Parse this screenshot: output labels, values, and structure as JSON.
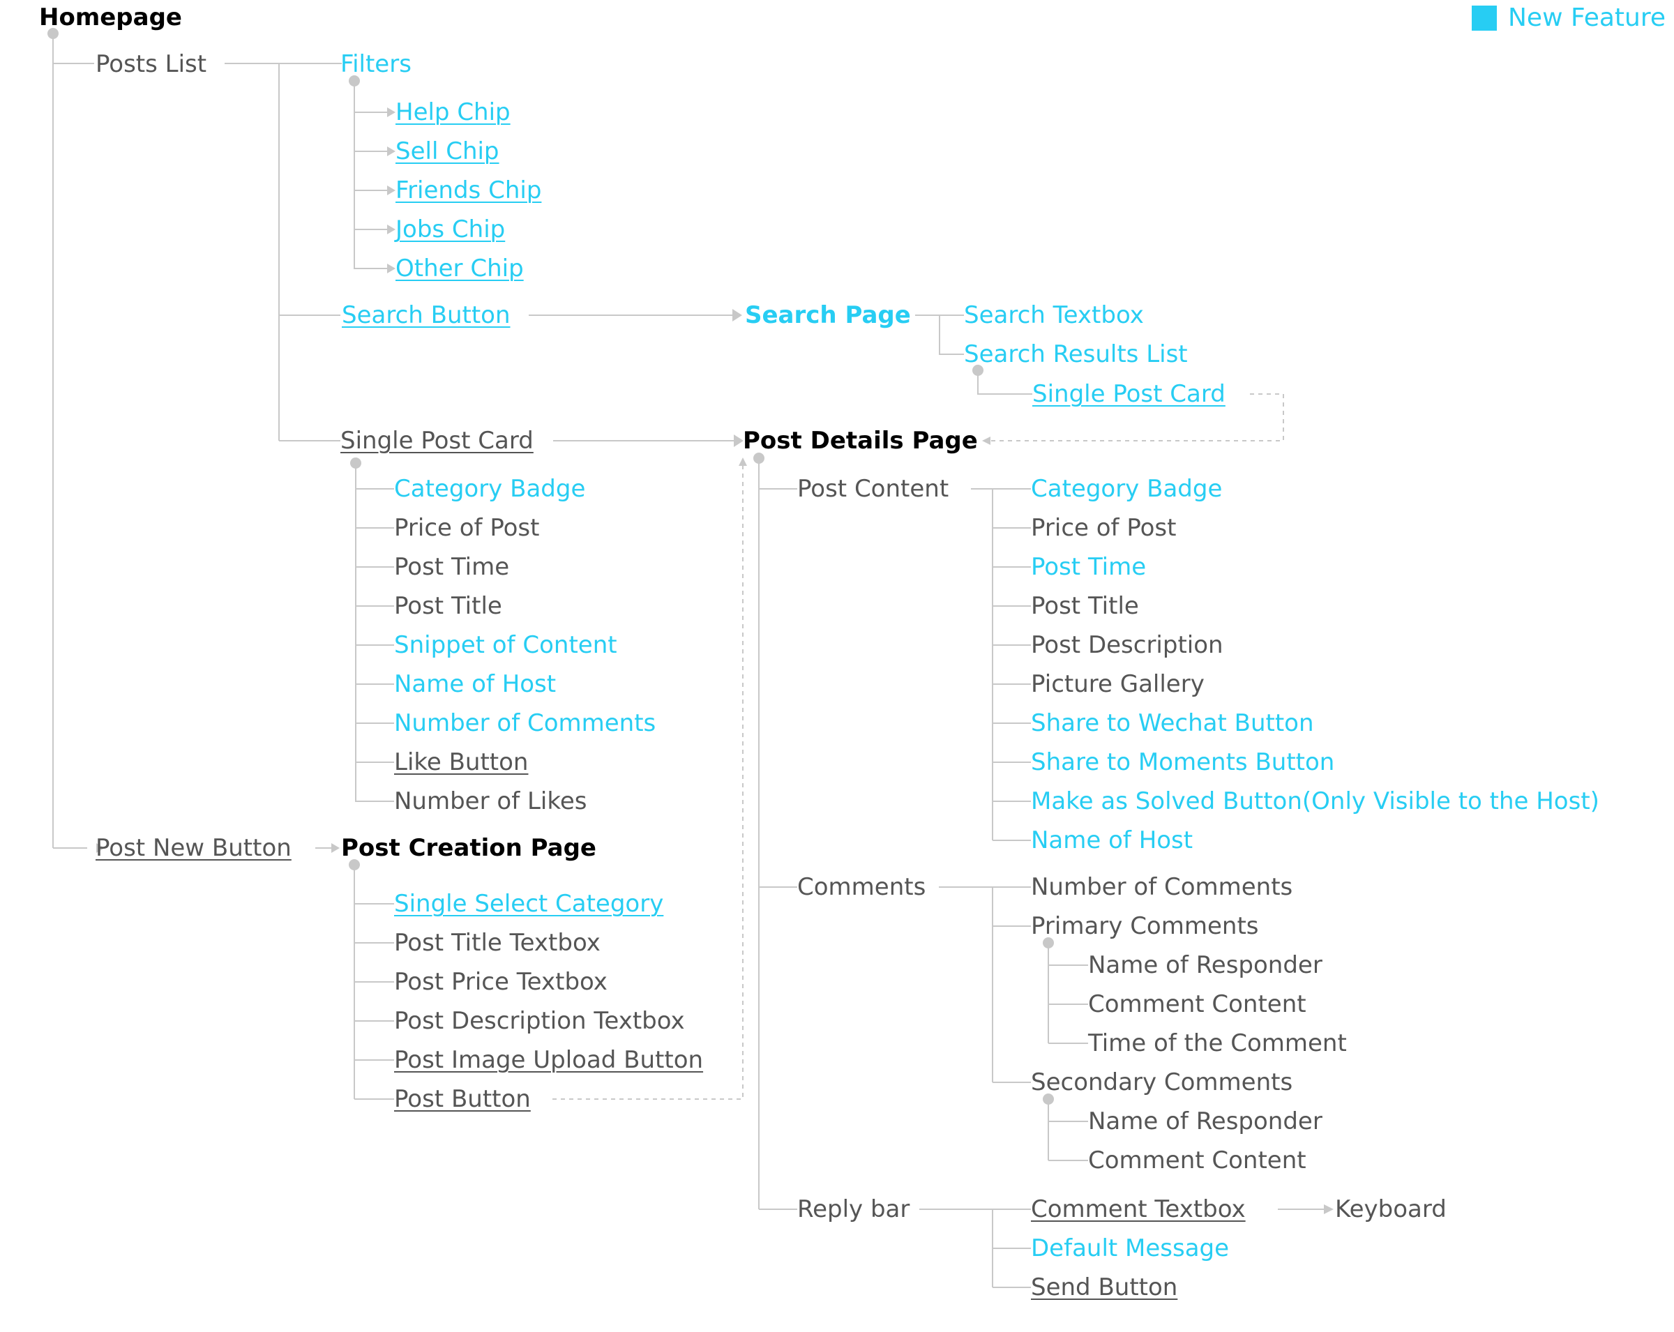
{
  "legend": {
    "label": "New Feature",
    "color": "#27cdf3"
  },
  "colors": {
    "text": "#555555",
    "new_feature": "#27cdf3",
    "page_title": "#000000",
    "connector": "#c8c8c8"
  },
  "nodes": {
    "homepage": "Homepage",
    "posts_list": "Posts List",
    "filters": "Filters",
    "help_chip": "Help Chip",
    "sell_chip": "Sell Chip",
    "friends_chip": "Friends Chip",
    "jobs_chip": "Jobs Chip",
    "other_chip": "Other Chip",
    "search_button": "Search Button",
    "search_page": "Search Page",
    "search_textbox": "Search Textbox",
    "search_results_list": "Search Results List",
    "search_single_post_card": "Single Post Card",
    "single_post_card": "Single Post Card",
    "card_category_badge": "Category Badge",
    "card_price_of_post": "Price of Post",
    "card_post_time": "Post Time",
    "card_post_title": "Post Title",
    "card_snippet": "Snippet of Content",
    "card_name_of_host": "Name of Host",
    "card_number_of_comments": "Number of Comments",
    "card_like_button": "Like Button",
    "card_number_of_likes": "Number of Likes",
    "post_new_button": "Post New Button",
    "post_creation_page": "Post Creation Page",
    "single_select_category": "Single Select Category",
    "post_title_textbox": "Post Title Textbox",
    "post_price_textbox": "Post Price Textbox",
    "post_description_textbox": "Post Description Textbox",
    "post_image_upload_button": "Post Image Upload Button",
    "post_button": "Post Button",
    "post_details_page": "Post Details Page",
    "post_content": "Post Content",
    "detail_category_badge": "Category Badge",
    "detail_price_of_post": "Price of Post",
    "detail_post_time": "Post Time",
    "detail_post_title": "Post Title",
    "detail_post_description": "Post Description",
    "detail_picture_gallery": "Picture Gallery",
    "share_wechat": "Share to Wechat Button",
    "share_moments": "Share to Moments Button",
    "make_as_solved": "Make as Solved Button(Only Visible to the Host)",
    "detail_name_of_host": "Name of Host",
    "comments": "Comments",
    "number_of_comments": "Number of Comments",
    "primary_comments": "Primary Comments",
    "primary_name_of_responder": "Name of Responder",
    "primary_comment_content": "Comment Content",
    "primary_time_of_comment": "Time of the Comment",
    "secondary_comments": "Secondary Comments",
    "secondary_name_of_responder": "Name of Responder",
    "secondary_comment_content": "Comment Content",
    "reply_bar": "Reply bar",
    "comment_textbox": "Comment Textbox",
    "keyboard": "Keyboard",
    "default_message": "Default Message",
    "send_button": "Send Button"
  }
}
